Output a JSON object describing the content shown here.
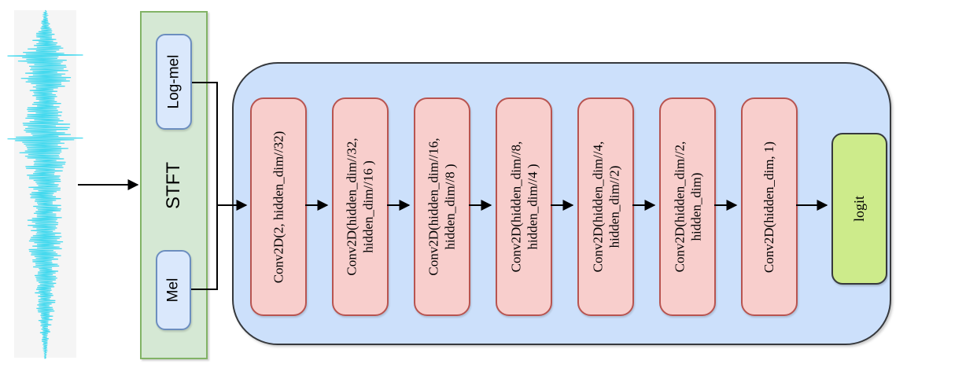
{
  "waveform": {
    "icon": "audio-waveform",
    "envelope": [
      [
        0,
        0.04
      ],
      [
        0.02,
        0.08
      ],
      [
        0.06,
        0.3
      ],
      [
        0.1,
        0.5
      ],
      [
        0.13,
        0.98
      ],
      [
        0.16,
        0.8
      ],
      [
        0.2,
        0.88
      ],
      [
        0.25,
        0.38
      ],
      [
        0.3,
        0.75
      ],
      [
        0.375,
        1.0
      ],
      [
        0.42,
        0.8
      ],
      [
        0.48,
        0.62
      ],
      [
        0.53,
        0.5
      ],
      [
        0.6,
        0.58
      ],
      [
        0.66,
        0.62
      ],
      [
        0.72,
        0.5
      ],
      [
        0.78,
        0.38
      ],
      [
        0.85,
        0.34
      ],
      [
        0.9,
        0.24
      ],
      [
        0.95,
        0.12
      ],
      [
        0.98,
        0.05
      ],
      [
        1,
        0.02
      ]
    ]
  },
  "stft": {
    "label": "STFT"
  },
  "logmel": {
    "label": "Log-mel"
  },
  "mel": {
    "label": "Mel"
  },
  "conv_layers": [
    {
      "lines": [
        "Conv2D(2, hidden_dim//32)"
      ]
    },
    {
      "lines": [
        "Conv2D(hidden_dim//32,",
        "hidden_dim//16 )"
      ]
    },
    {
      "lines": [
        "Conv2D(hidden_dim//16,",
        "hidden_dim//8 )"
      ]
    },
    {
      "lines": [
        "Conv2D(hidden_dim//8,",
        "hidden_dim//4 )"
      ]
    },
    {
      "lines": [
        "Conv2D(hidden_dim//4,",
        "hidden_dim//2)"
      ]
    },
    {
      "lines": [
        "Conv2D(hidden_dim//2,",
        "hidden_dim)"
      ]
    },
    {
      "lines": [
        "Conv2D(hidden_dim, 1)"
      ]
    }
  ],
  "logit": {
    "label": "logit"
  },
  "colors": {
    "wave_bg": "#f5f5f5",
    "wave_stroke": "#45d9ee",
    "stft_fill": "#d5e8d4",
    "stft_border": "#82b366",
    "mel_fill": "#dae8fc",
    "mel_border": "#6c8ebf",
    "container_fill": "#cce0fb",
    "container_border": "#36393d",
    "conv_fill": "#f8cecc",
    "conv_border": "#b85450",
    "logit_fill": "#cdeb8b",
    "logit_border": "#36393d",
    "arrow": "#000000"
  }
}
